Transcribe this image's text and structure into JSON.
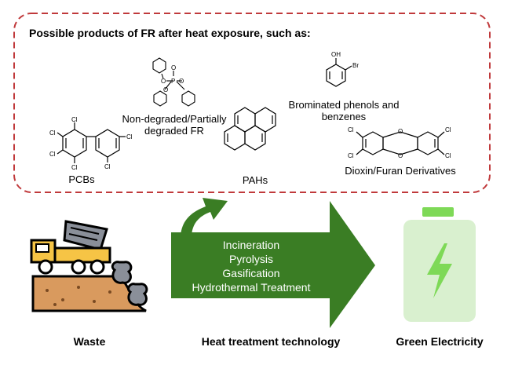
{
  "box_title": "Possible products of FR after heat exposure, such as:",
  "products": {
    "fr": "Non-degraded/Partially degraded FR",
    "fr_line1": "Non-degraded/Partially",
    "fr_line2": "degraded FR",
    "pcbs": "PCBs",
    "pahs": "PAHs",
    "brom_line1": "Brominated phenols and",
    "brom_line2": "benzenes",
    "dioxin": "Dioxin/Furan Derivatives"
  },
  "atoms": {
    "cl": "Cl",
    "o": "O",
    "p": "P",
    "oh": "OH",
    "br": "Br"
  },
  "treatments": [
    "Incineration",
    "Pyrolysis",
    "Gasification",
    "Hydrothermal Treatment"
  ],
  "bottom": {
    "waste": "Waste",
    "tech": "Heat treatment technology",
    "green": "Green Electricity"
  },
  "colors": {
    "dashed_border": "#c0393b",
    "arrow_green": "#3a7d24",
    "battery_body": "#d9f0cf",
    "battery_cap": "#7ed957",
    "bolt": "#7ed957",
    "truck_yellow": "#f6c445",
    "truck_gray": "#8a8f99",
    "soil": "#d99a5e"
  },
  "icons": [
    "dump-truck-icon",
    "garbage-bag-icon",
    "battery-icon",
    "lightning-bolt-icon"
  ]
}
